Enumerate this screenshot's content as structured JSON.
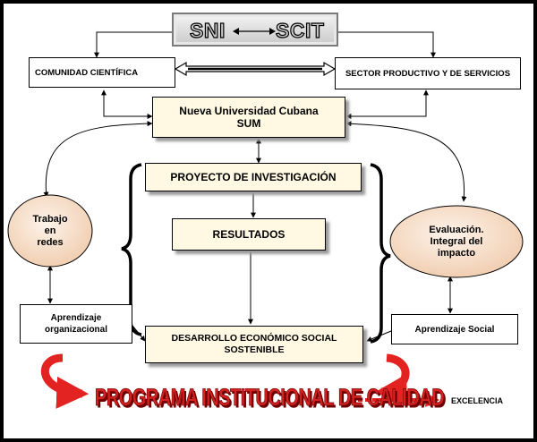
{
  "header": {
    "left": "SNI",
    "right": "SCIT"
  },
  "boxes": {
    "comunidad": "COMUNIDAD CIENTÍFICA",
    "sector": "SECTOR PRODUCTIVO Y DE SERVICIOS",
    "universidad_line1": "Nueva Universidad Cubana",
    "universidad_line2": "SUM",
    "proyecto": "PROYECTO DE INVESTIGACIÓN",
    "resultados": "RESULTADOS",
    "desarrollo_line1": "DESARROLLO ECONÓMICO SOCIAL",
    "desarrollo_line2": "SOSTENIBLE",
    "aprendizaje_org_line1": "Aprendizaje",
    "aprendizaje_org_line2": "organizacional",
    "aprendizaje_social": "Aprendizaje Social"
  },
  "ellipses": {
    "trabajo_line1": "Trabajo",
    "trabajo_line2": "en",
    "trabajo_line3": "redes",
    "evaluacion_line1": "Evaluación.",
    "evaluacion_line2": "Integral del",
    "evaluacion_line3": "impacto"
  },
  "footer": {
    "programa": "PROGRAMA INSTITUCIONAL DE CALIDAD",
    "excelencia": "EXCELENCIA"
  },
  "colors": {
    "cream": "#fff8e2",
    "ellipse_fill": "#f3dcc8",
    "red": "#d42222"
  }
}
